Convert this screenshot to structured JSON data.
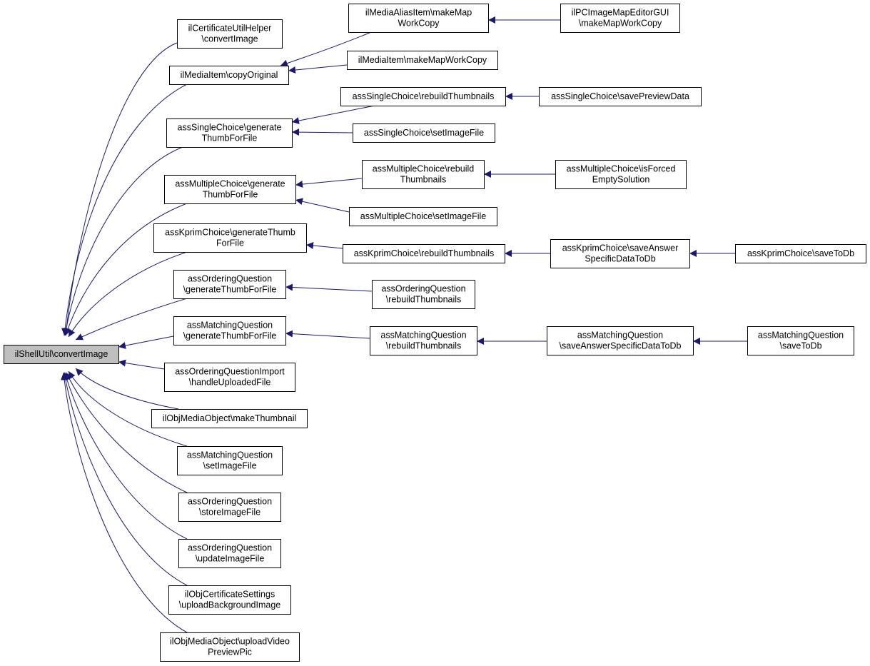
{
  "diagram": {
    "type": "call-graph",
    "colors": {
      "edge": "#191970",
      "root_fill": "#bfbfbf",
      "node_fill": "#ffffff",
      "node_border": "#000000"
    },
    "nodes": [
      {
        "id": "root",
        "lines": [
          "ilShellUtil\\convertImage"
        ]
      },
      {
        "id": "cert",
        "lines": [
          "ilCertificateUtilHelper",
          "\\convertImage"
        ]
      },
      {
        "id": "mi_copy",
        "lines": [
          "ilMediaItem\\copyOriginal"
        ]
      },
      {
        "id": "sc_gen",
        "lines": [
          "assSingleChoice\\generate",
          "ThumbForFile"
        ]
      },
      {
        "id": "mc_gen",
        "lines": [
          "assMultipleChoice\\generate",
          "ThumbForFile"
        ]
      },
      {
        "id": "kp_gen",
        "lines": [
          "assKprimChoice\\generateThumb",
          "ForFile"
        ]
      },
      {
        "id": "oq_gen",
        "lines": [
          "assOrderingQuestion",
          "\\generateThumbForFile"
        ]
      },
      {
        "id": "mq_gen",
        "lines": [
          "assMatchingQuestion",
          "\\generateThumbForFile"
        ]
      },
      {
        "id": "oqi",
        "lines": [
          "assOrderingQuestionImport",
          "\\handleUploadedFile"
        ]
      },
      {
        "id": "omo_thumb",
        "lines": [
          "ilObjMediaObject\\makeThumbnail"
        ]
      },
      {
        "id": "mq_set",
        "lines": [
          "assMatchingQuestion",
          "\\setImageFile"
        ]
      },
      {
        "id": "oq_store",
        "lines": [
          "assOrderingQuestion",
          "\\storeImageFile"
        ]
      },
      {
        "id": "oq_upd",
        "lines": [
          "assOrderingQuestion",
          "\\updateImageFile"
        ]
      },
      {
        "id": "ocs",
        "lines": [
          "ilObjCertificateSettings",
          "\\uploadBackgroundImage"
        ]
      },
      {
        "id": "omo_vid",
        "lines": [
          "ilObjMediaObject\\uploadVideo",
          "PreviewPic"
        ]
      },
      {
        "id": "mai",
        "lines": [
          "ilMediaAliasItem\\makeMap",
          "WorkCopy"
        ]
      },
      {
        "id": "mi_map",
        "lines": [
          "ilMediaItem\\makeMapWorkCopy"
        ]
      },
      {
        "id": "sc_reb",
        "lines": [
          "assSingleChoice\\rebuildThumbnails"
        ]
      },
      {
        "id": "sc_set",
        "lines": [
          "assSingleChoice\\setImageFile"
        ]
      },
      {
        "id": "mc_reb",
        "lines": [
          "assMultipleChoice\\rebuild",
          "Thumbnails"
        ]
      },
      {
        "id": "mc_set",
        "lines": [
          "assMultipleChoice\\setImageFile"
        ]
      },
      {
        "id": "kp_reb",
        "lines": [
          "assKprimChoice\\rebuildThumbnails"
        ]
      },
      {
        "id": "oq_reb",
        "lines": [
          "assOrderingQuestion",
          "\\rebuildThumbnails"
        ]
      },
      {
        "id": "mq_reb",
        "lines": [
          "assMatchingQuestion",
          "\\rebuildThumbnails"
        ]
      },
      {
        "id": "pcimg",
        "lines": [
          "ilPCImageMapEditorGUI",
          "\\makeMapWorkCopy"
        ]
      },
      {
        "id": "sc_prev",
        "lines": [
          "assSingleChoice\\savePreviewData"
        ]
      },
      {
        "id": "mc_forced",
        "lines": [
          "assMultipleChoice\\isForced",
          "EmptySolution"
        ]
      },
      {
        "id": "kp_saveans",
        "lines": [
          "assKprimChoice\\saveAnswer",
          "SpecificDataToDb"
        ]
      },
      {
        "id": "mq_saveans",
        "lines": [
          "assMatchingQuestion",
          "\\saveAnswerSpecificDataToDb"
        ]
      },
      {
        "id": "kp_savedb",
        "lines": [
          "assKprimChoice\\saveToDb"
        ]
      },
      {
        "id": "mq_savedb",
        "lines": [
          "assMatchingQuestion",
          "\\saveToDb"
        ]
      }
    ],
    "edges": [
      {
        "from": "cert",
        "to": "root"
      },
      {
        "from": "mi_copy",
        "to": "root"
      },
      {
        "from": "sc_gen",
        "to": "root"
      },
      {
        "from": "mc_gen",
        "to": "root"
      },
      {
        "from": "kp_gen",
        "to": "root"
      },
      {
        "from": "oq_gen",
        "to": "root"
      },
      {
        "from": "mq_gen",
        "to": "root"
      },
      {
        "from": "oqi",
        "to": "root"
      },
      {
        "from": "omo_thumb",
        "to": "root"
      },
      {
        "from": "mq_set",
        "to": "root"
      },
      {
        "from": "oq_store",
        "to": "root"
      },
      {
        "from": "oq_upd",
        "to": "root"
      },
      {
        "from": "ocs",
        "to": "root"
      },
      {
        "from": "omo_vid",
        "to": "root"
      },
      {
        "from": "mai",
        "to": "mi_copy"
      },
      {
        "from": "mi_map",
        "to": "mi_copy"
      },
      {
        "from": "sc_reb",
        "to": "sc_gen"
      },
      {
        "from": "sc_set",
        "to": "sc_gen"
      },
      {
        "from": "mc_reb",
        "to": "mc_gen"
      },
      {
        "from": "mc_set",
        "to": "mc_gen"
      },
      {
        "from": "kp_reb",
        "to": "kp_gen"
      },
      {
        "from": "oq_reb",
        "to": "oq_gen"
      },
      {
        "from": "mq_reb",
        "to": "mq_gen"
      },
      {
        "from": "pcimg",
        "to": "mai"
      },
      {
        "from": "sc_prev",
        "to": "sc_reb"
      },
      {
        "from": "mc_forced",
        "to": "mc_reb"
      },
      {
        "from": "kp_saveans",
        "to": "kp_reb"
      },
      {
        "from": "mq_saveans",
        "to": "mq_reb"
      },
      {
        "from": "kp_savedb",
        "to": "kp_saveans"
      },
      {
        "from": "mq_savedb",
        "to": "mq_saveans"
      }
    ]
  }
}
